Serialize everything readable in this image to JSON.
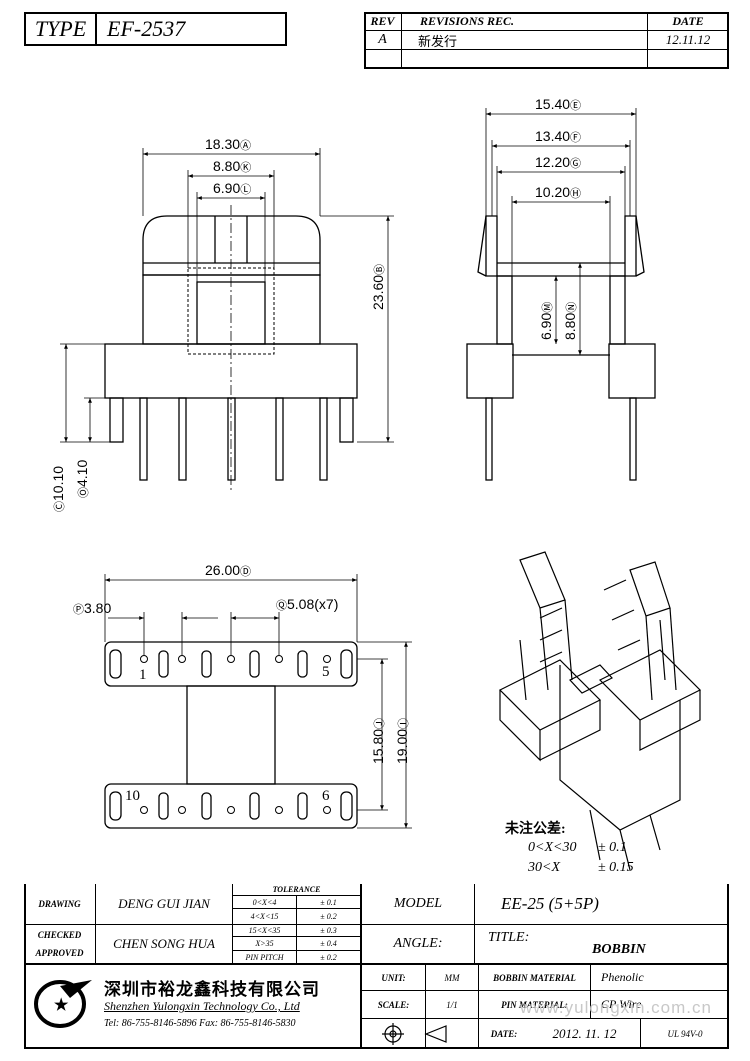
{
  "header": {
    "type_label": "TYPE",
    "type_value": "EF-2537",
    "rev_label": "REV",
    "revisions_label": "REVISIONS REC.",
    "date_label": "DATE",
    "rev_value": "A",
    "revision_text": "新发行",
    "revision_date": "12.11.12"
  },
  "dimensions": {
    "top_a": "18.30",
    "top_k": "8.80",
    "top_l": "6.90",
    "height_b": "23.60",
    "side_e": "15.40",
    "side_f": "13.40",
    "side_g": "12.20",
    "side_h": "10.20",
    "side_m": "6.90",
    "side_n": "8.80",
    "left_c": "10.10",
    "left_o": "4.10",
    "bottom_d": "26.00",
    "pin_p": "3.80",
    "pitch_q": "5.08(x7)",
    "depth_j": "15.80",
    "depth_i": "19.00"
  },
  "pin_labels": {
    "p1": "1",
    "p5": "5",
    "p10": "10",
    "p6": "6"
  },
  "tolerance_note": {
    "title": "未注公差:",
    "row1_range": "0<X<30",
    "row1_tol": "± 0.1",
    "row2_range": "30<X",
    "row2_tol": "± 0.15"
  },
  "title_block": {
    "drawing_label": "DRAWING",
    "drawing_value": "DENG GUI JIAN",
    "checked_label": "CHECKED",
    "approved_label": "APPROVED",
    "checked_value": "CHEN SONG HUA",
    "tolerance_title": "TOLERANCE",
    "tol_rows": [
      {
        "range": "0<X<4",
        "tol": "± 0.1"
      },
      {
        "range": "4<X<15",
        "tol": "± 0.2"
      },
      {
        "range": "15<X<35",
        "tol": "± 0.3"
      },
      {
        "range": "X>35",
        "tol": "± 0.4"
      },
      {
        "range": "PIN PITCH",
        "tol": "± 0.2"
      }
    ],
    "model_label": "MODEL",
    "model_value": "EE-25 (5+5P)",
    "angle_label": "ANGLE:",
    "title_label": "TITLE:",
    "title_value": "BOBBIN",
    "unit_label": "UNIT:",
    "unit_value": "MM",
    "scale_label": "SCALE:",
    "scale_value": "1/1",
    "bobbin_material_label": "BOBBIN MATERIAL",
    "bobbin_material_value": "Phenolic",
    "pin_material_label": "PIN MATERIAL:",
    "pin_material_value": "CP Wire",
    "date_label": "DATE:",
    "date_value": "2012. 11. 12",
    "ul_value": "UL 94V-0",
    "company_cn": "深圳市裕龙鑫科技有限公司",
    "company_en": "Shenzhen Yulongxin Technology Co., Ltd",
    "contact": "Tel: 86-755-8146-5896   Fax: 86-755-8146-5830",
    "watermark": "www.yulongxin.com.cn"
  },
  "colors": {
    "line": "#000000",
    "watermark": "#c8c8c8"
  }
}
